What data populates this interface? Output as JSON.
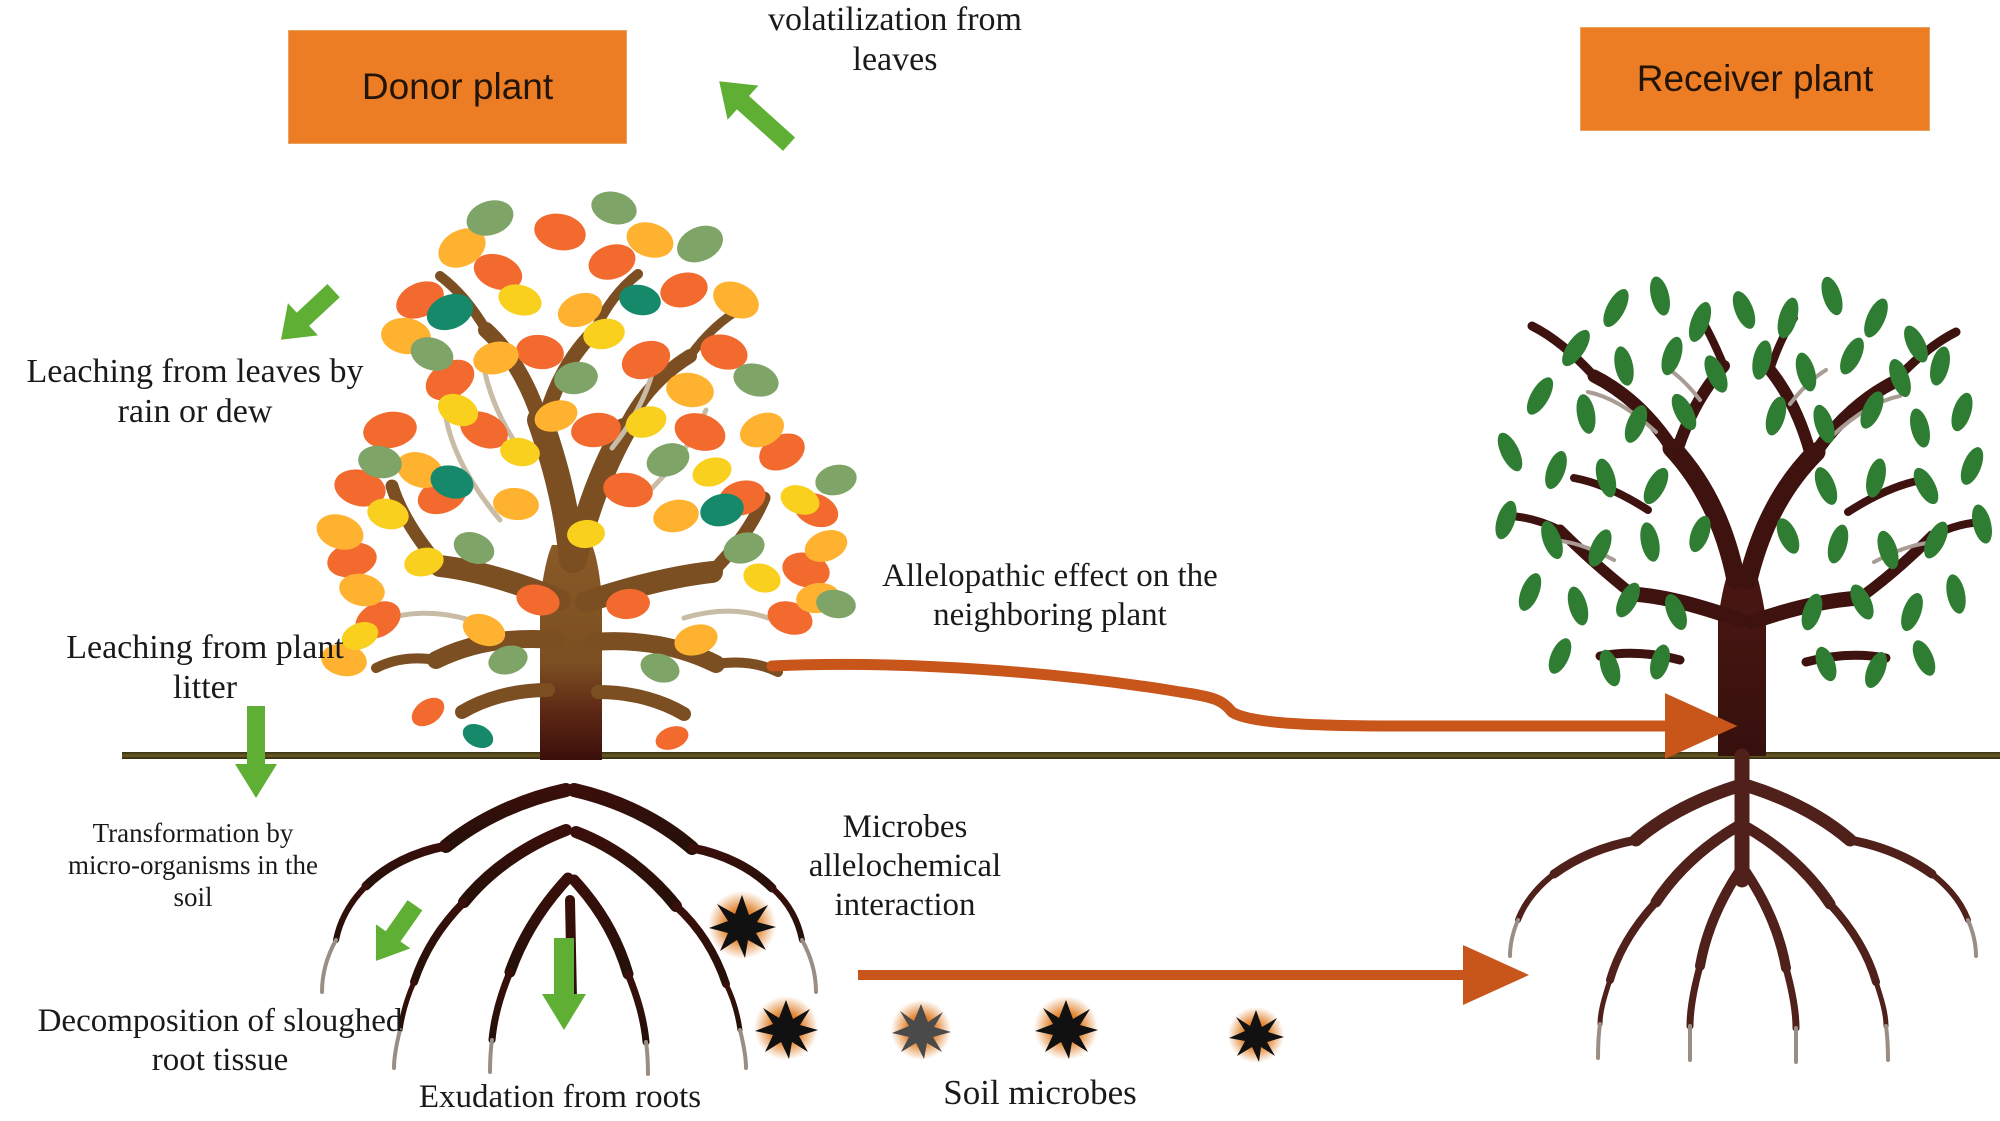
{
  "figure": {
    "title": "Allelopathy pathways between donor and receiver plants",
    "background_color": "#ffffff"
  },
  "boxes": {
    "donor": {
      "label": "Donor plant",
      "fill": "#ED7D25",
      "text_color": "#231408"
    },
    "receiver": {
      "label": "Receiver plant",
      "fill": "#ED7D25",
      "text_color": "#231408"
    }
  },
  "labels": {
    "volatilization": "volatilization from\nleaves",
    "leaching_leaves": "Leaching from leaves by\nrain or dew",
    "leaching_litter": "Leaching from plant\nlitter",
    "transformation": "Transformation by\nmicro-organisms in the\nsoil",
    "decomposition": "Decomposition of sloughed\nroot tissue",
    "exudation": "Exudation from roots",
    "allelopathic_effect": "Allelopathic effect on the\nneighboring plant",
    "microbes_interaction": "Microbes\nallelochemical\ninteraction",
    "soil_microbes": "Soil microbes"
  },
  "colors": {
    "accent_orange": "#ED7D25",
    "arrow_orange": "#C8551A",
    "arrow_green": "#5FAF34",
    "ground_line": "#4a4018",
    "donor_trunk": "#7B4F21",
    "receiver_trunk": "#3E120F",
    "receiver_leaf": "#2F7D32",
    "microbe_core": "#111111",
    "microbe_glow": "#E07B20"
  },
  "elements": {
    "ground_line_name": "soil-surface-line",
    "donor_tree_name": "donor-tree",
    "receiver_tree_name": "receiver-tree",
    "microbe_count": 5
  }
}
